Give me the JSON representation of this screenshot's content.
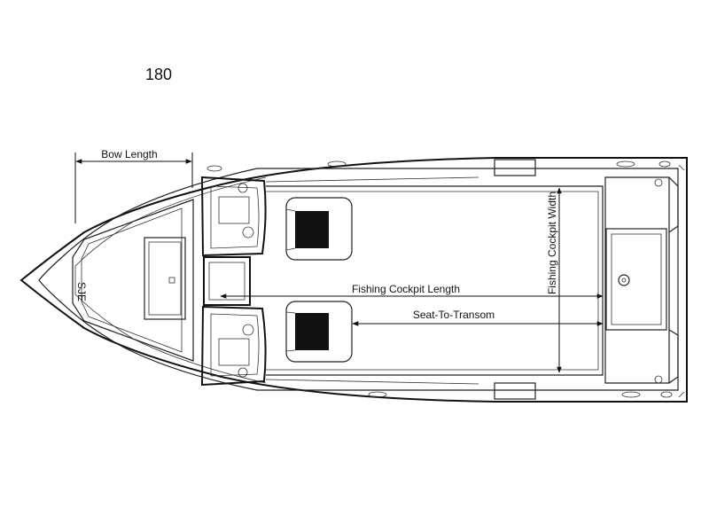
{
  "model": "180",
  "dimensions": {
    "bow_length": "Bow Length",
    "fishing_cockpit_length": "Fishing Cockpit Length",
    "seat_to_transom": "Seat-To-Transom",
    "fishing_cockpit_width": "Fishing Cockpit Width"
  },
  "colors": {
    "line": "#111111",
    "background": "#ffffff",
    "seat_stripe": "#111111"
  }
}
